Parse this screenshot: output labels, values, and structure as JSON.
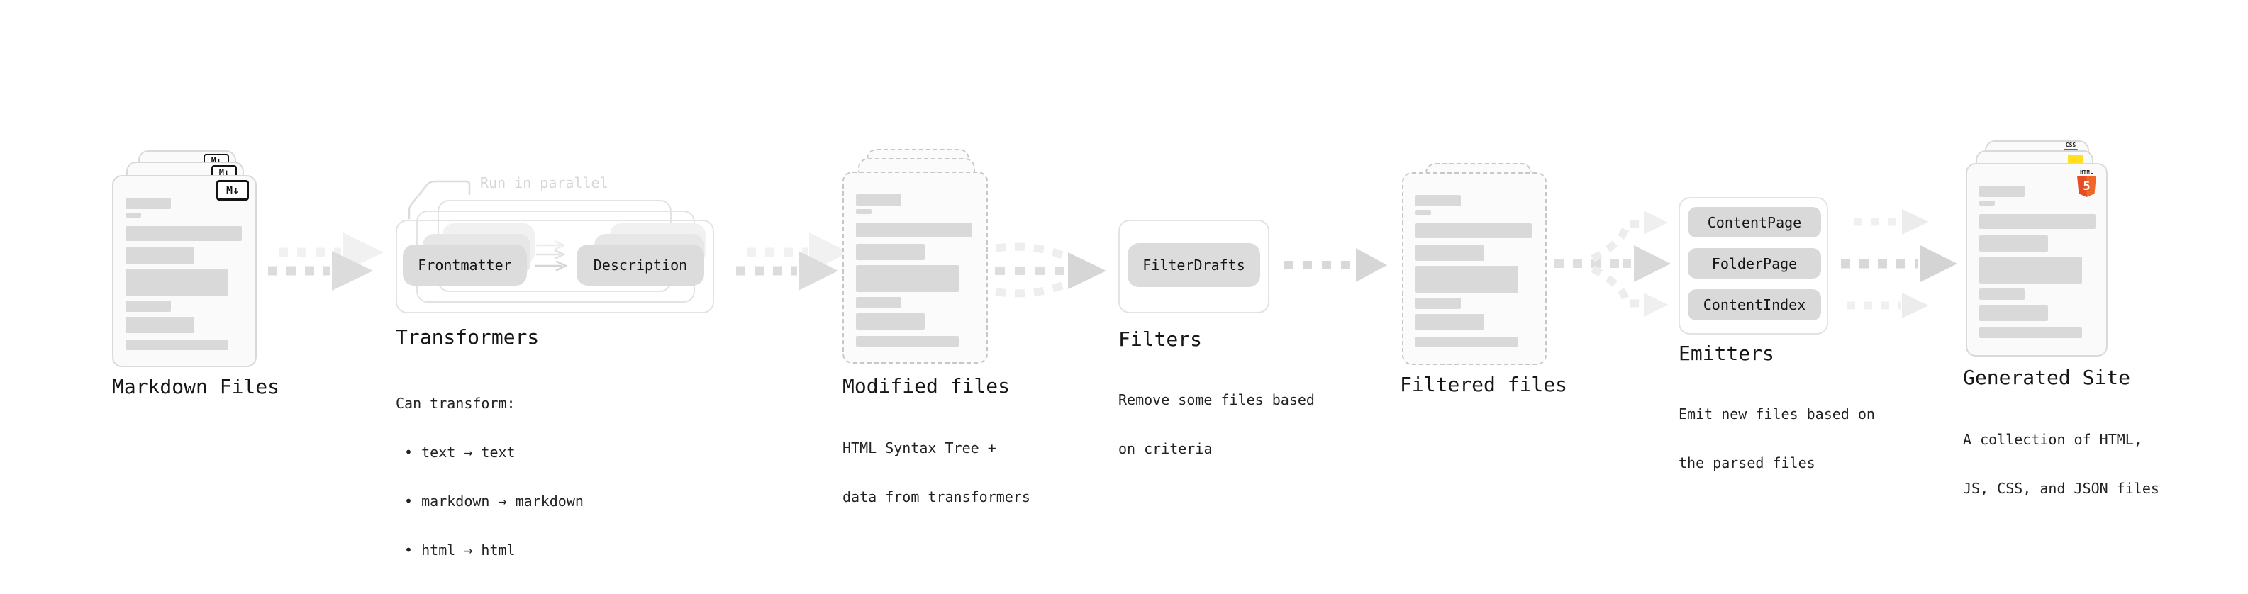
{
  "pipeline": {
    "markdown_files": {
      "label": "Markdown Files",
      "badge": "M↓"
    },
    "transformers": {
      "label": "Transformers",
      "callout": "Run in parallel",
      "pill_left": "Frontmatter",
      "pill_right": "Description",
      "desc": [
        "Can transform:",
        " • text → text",
        " • markdown → markdown",
        " • html → html"
      ]
    },
    "modified_files": {
      "label": "Modified files",
      "desc": [
        "HTML Syntax Tree +",
        "data from transformers"
      ]
    },
    "filters": {
      "label": "Filters",
      "pill": "FilterDrafts",
      "desc": [
        "Remove some files based",
        "on criteria"
      ]
    },
    "filtered_files": {
      "label": "Filtered files"
    },
    "emitters": {
      "label": "Emitters",
      "pills": [
        "ContentPage",
        "FolderPage",
        "ContentIndex"
      ],
      "desc": [
        "Emit new files based on",
        "the parsed files"
      ]
    },
    "generated_site": {
      "label": "Generated Site",
      "desc": [
        "A collection of HTML,",
        "JS, CSS, and JSON files"
      ],
      "badges": {
        "css": "CSS",
        "html_word": "HTML",
        "html_number": "5"
      }
    }
  },
  "colors": {
    "html5_orange": "#e44d26",
    "html5_orange_light": "#f16529",
    "js_yellow": "#ffdf1e",
    "css_blue": "#2965f1",
    "pill_gray": "#dcdcdc",
    "bar_gray": "#d9d9d9",
    "arrow_gray": "#dcdcdc",
    "arrow_light": "#f0f0f0",
    "text_dark": "#161616",
    "callout_gray": "#d6d6d6"
  }
}
